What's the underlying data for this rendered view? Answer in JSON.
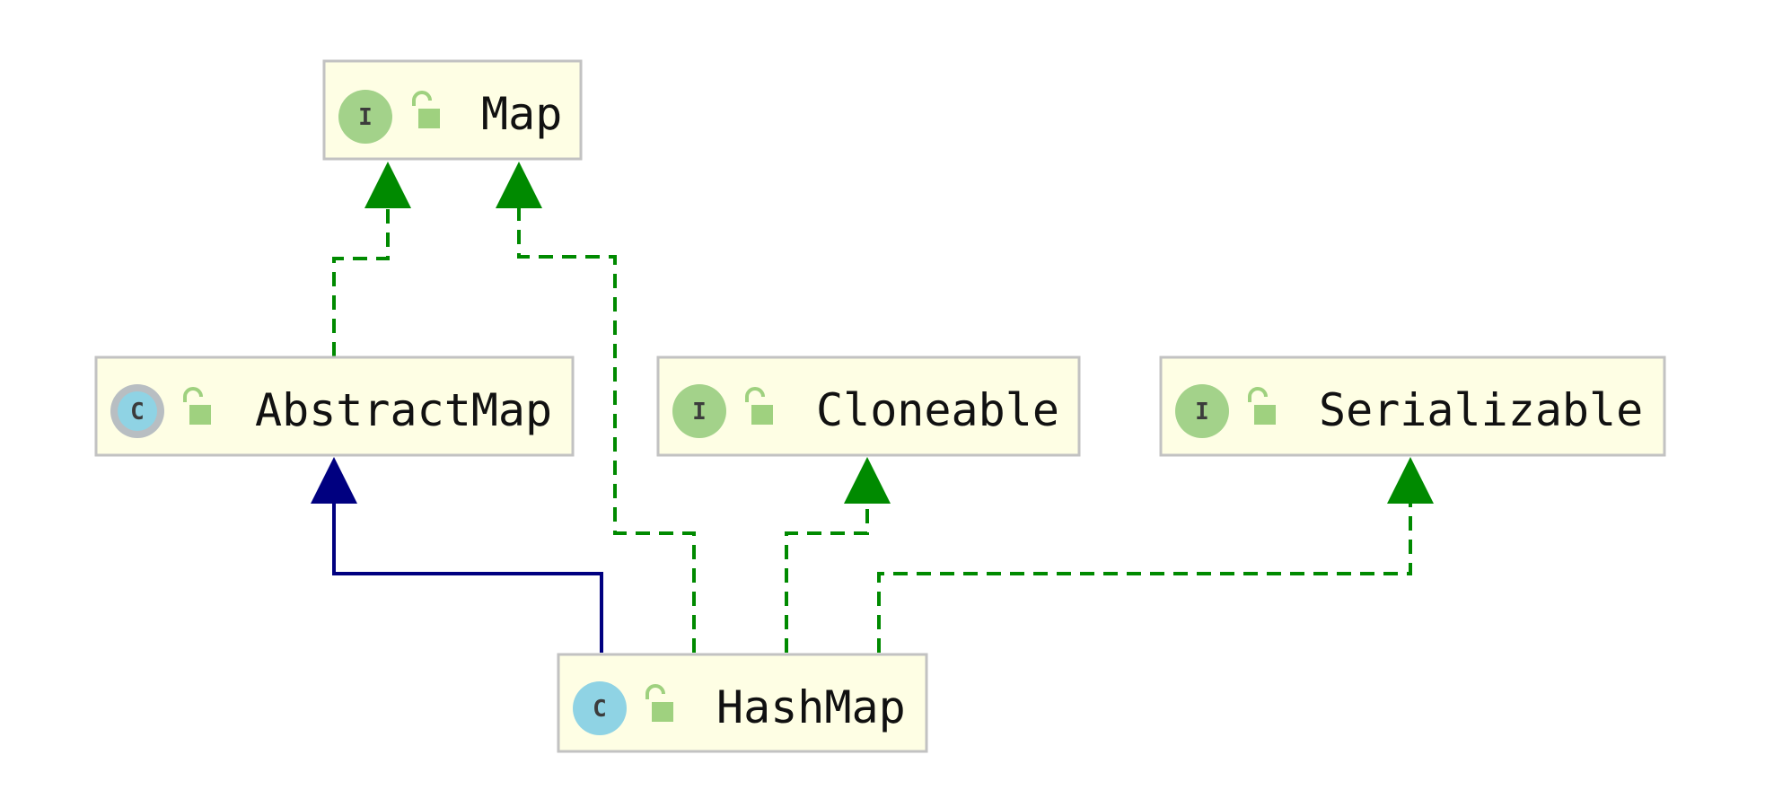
{
  "colors": {
    "node_fill": "#fefee4",
    "node_border": "#c2c2c2",
    "interface_badge": "#a3d28a",
    "class_badge": "#8fd3e4",
    "lock": "#9fd17f",
    "implements_edge": "#008a00",
    "extends_edge": "#000080"
  },
  "nodes": {
    "map": {
      "name": "Map",
      "kind": "interface",
      "badge": "I",
      "icon": "unlocked-icon"
    },
    "abstractmap": {
      "name": "AbstractMap",
      "kind": "abstract-class",
      "badge": "C",
      "icon": "unlocked-icon"
    },
    "cloneable": {
      "name": "Cloneable",
      "kind": "interface",
      "badge": "I",
      "icon": "unlocked-icon"
    },
    "serializable": {
      "name": "Serializable",
      "kind": "interface",
      "badge": "I",
      "icon": "unlocked-icon"
    },
    "hashmap": {
      "name": "HashMap",
      "kind": "class",
      "badge": "C",
      "icon": "unlocked-icon"
    }
  },
  "edges": [
    {
      "from": "AbstractMap",
      "to": "Map",
      "type": "implements"
    },
    {
      "from": "HashMap",
      "to": "Map",
      "type": "implements"
    },
    {
      "from": "HashMap",
      "to": "AbstractMap",
      "type": "extends"
    },
    {
      "from": "HashMap",
      "to": "Cloneable",
      "type": "implements"
    },
    {
      "from": "HashMap",
      "to": "Serializable",
      "type": "implements"
    }
  ]
}
